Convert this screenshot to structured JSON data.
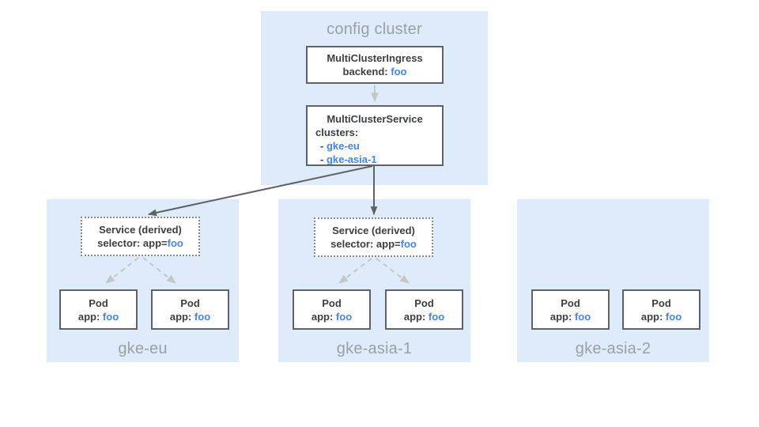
{
  "colors": {
    "panel_blue": "#DEEBFA",
    "box_border": "#5F6368",
    "text_dark": "#3C4043",
    "text_blue": "#4285F4",
    "label_gray": "#9AA0A6",
    "arrow_dark": "#5F6368",
    "arrow_light": "#C4C7C5"
  },
  "config_cluster": {
    "label": "config cluster",
    "ingress": {
      "title": "MultiClusterIngress",
      "backend_label": "backend:",
      "backend_value": "foo"
    },
    "service": {
      "title": "MultiClusterService",
      "clusters_label": "clusters:",
      "items": [
        {
          "dash": "-",
          "name": "gke-eu"
        },
        {
          "dash": "-",
          "name": "gke-asia-1"
        }
      ]
    }
  },
  "clusters": [
    {
      "name": "gke-eu",
      "service": {
        "title": "Service (derived)",
        "selector_label": "selector: app=",
        "selector_value": "foo"
      },
      "pods": [
        {
          "title": "Pod",
          "app_label": "app:",
          "app_value": "foo"
        },
        {
          "title": "Pod",
          "app_label": "app:",
          "app_value": "foo"
        }
      ]
    },
    {
      "name": "gke-asia-1",
      "service": {
        "title": "Service (derived)",
        "selector_label": "selector: app=",
        "selector_value": "foo"
      },
      "pods": [
        {
          "title": "Pod",
          "app_label": "app:",
          "app_value": "foo"
        },
        {
          "title": "Pod",
          "app_label": "app:",
          "app_value": "foo"
        }
      ]
    },
    {
      "name": "gke-asia-2",
      "pods": [
        {
          "title": "Pod",
          "app_label": "app:",
          "app_value": "foo"
        },
        {
          "title": "Pod",
          "app_label": "app:",
          "app_value": "foo"
        }
      ]
    }
  ]
}
